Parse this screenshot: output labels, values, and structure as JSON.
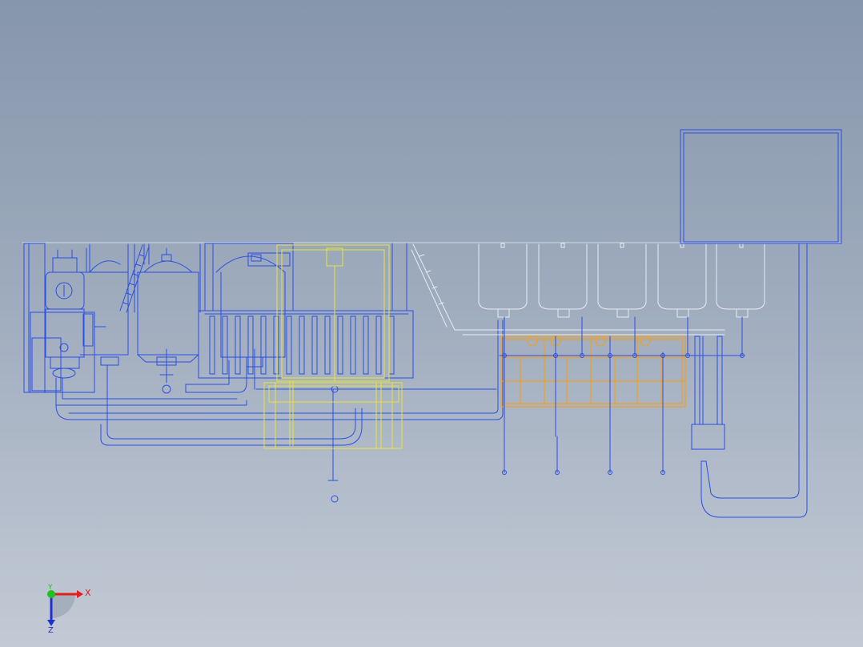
{
  "viewport": {
    "background_top": "#8696ab",
    "background_bottom": "#c3cad5"
  },
  "colors": {
    "line_blue": "#2a4ee6",
    "line_white": "#e6ecf5",
    "line_yellow": "#e8e43a",
    "line_orange": "#f0a01e",
    "line_gray": "#b8c2d2"
  },
  "triad": {
    "x_label": "X",
    "y_label": "Y",
    "z_label": "Z",
    "x_color": "#e02020",
    "y_color": "#20c020",
    "z_color": "#2030d0"
  },
  "icons": [
    "view-triad-icon"
  ]
}
